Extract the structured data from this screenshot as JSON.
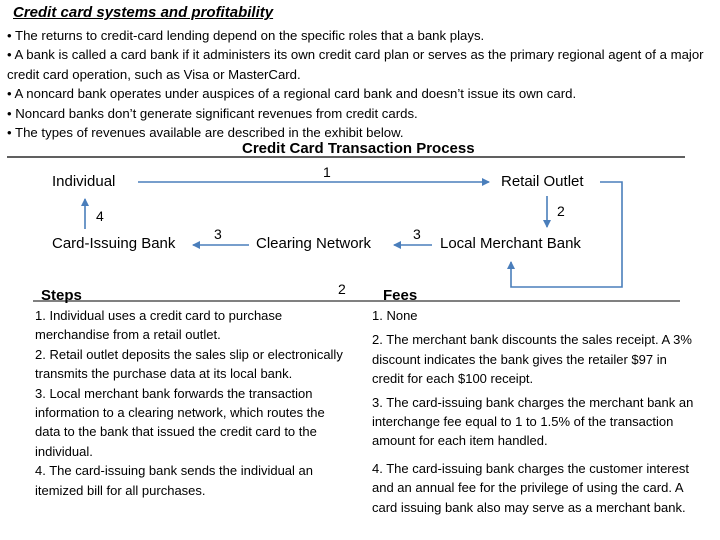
{
  "title": "Credit card systems and profitability",
  "bullets": [
    "• The returns to credit-card lending depend on the specific roles that a bank plays.",
    "• A bank is called a card bank if it administers its own credit card plan or serves as the primary regional agent of a major credit card operation, such as Visa or MasterCard.",
    "• A noncard bank operates under auspices of a regional card bank and doesn’t issue its own card.",
    "• Noncard banks don’t generate significant revenues from credit cards.",
    "• The types of revenues available are described in the exhibit below."
  ],
  "process": {
    "title": "Credit Card Transaction Process",
    "nodes": {
      "individual": "Individual",
      "retail_outlet": "Retail Outlet",
      "card_issuing_bank": "Card-Issuing Bank",
      "clearing_network": "Clearing Network",
      "local_merchant_bank": "Local Merchant Bank"
    },
    "labels": {
      "n1": "1",
      "n2a": "2",
      "n2b": "2",
      "n3a": "3",
      "n3b": "3",
      "n4": "4"
    }
  },
  "steps": {
    "heading": "Steps",
    "items": [
      "1. Individual uses a credit card to purchase merchandise from a retail outlet.",
      "2. Retail outlet deposits the sales slip or electronically transmits the purchase data at its local bank.",
      "3. Local merchant bank forwards the transaction information to a clearing network, which routes the data to the bank that issued the credit card to the individual.",
      "4. The card-issuing bank sends the individual an itemized bill for all purchases."
    ]
  },
  "fees": {
    "heading": "Fees",
    "items": [
      "1. None",
      "2. The merchant bank discounts the sales receipt. A 3% discount indicates the bank gives the retailer $97 in credit for each $100 receipt.",
      "3. The card-issuing bank charges the merchant bank an interchange fee equal to 1 to 1.5% of the transaction amount for each item handled.",
      "4. The card-issuing bank charges the customer interest and an annual fee for the privilege of using the card. A card issuing bank also may serve as a merchant bank."
    ]
  },
  "colors": {
    "arrow": "#4a7ebb"
  }
}
